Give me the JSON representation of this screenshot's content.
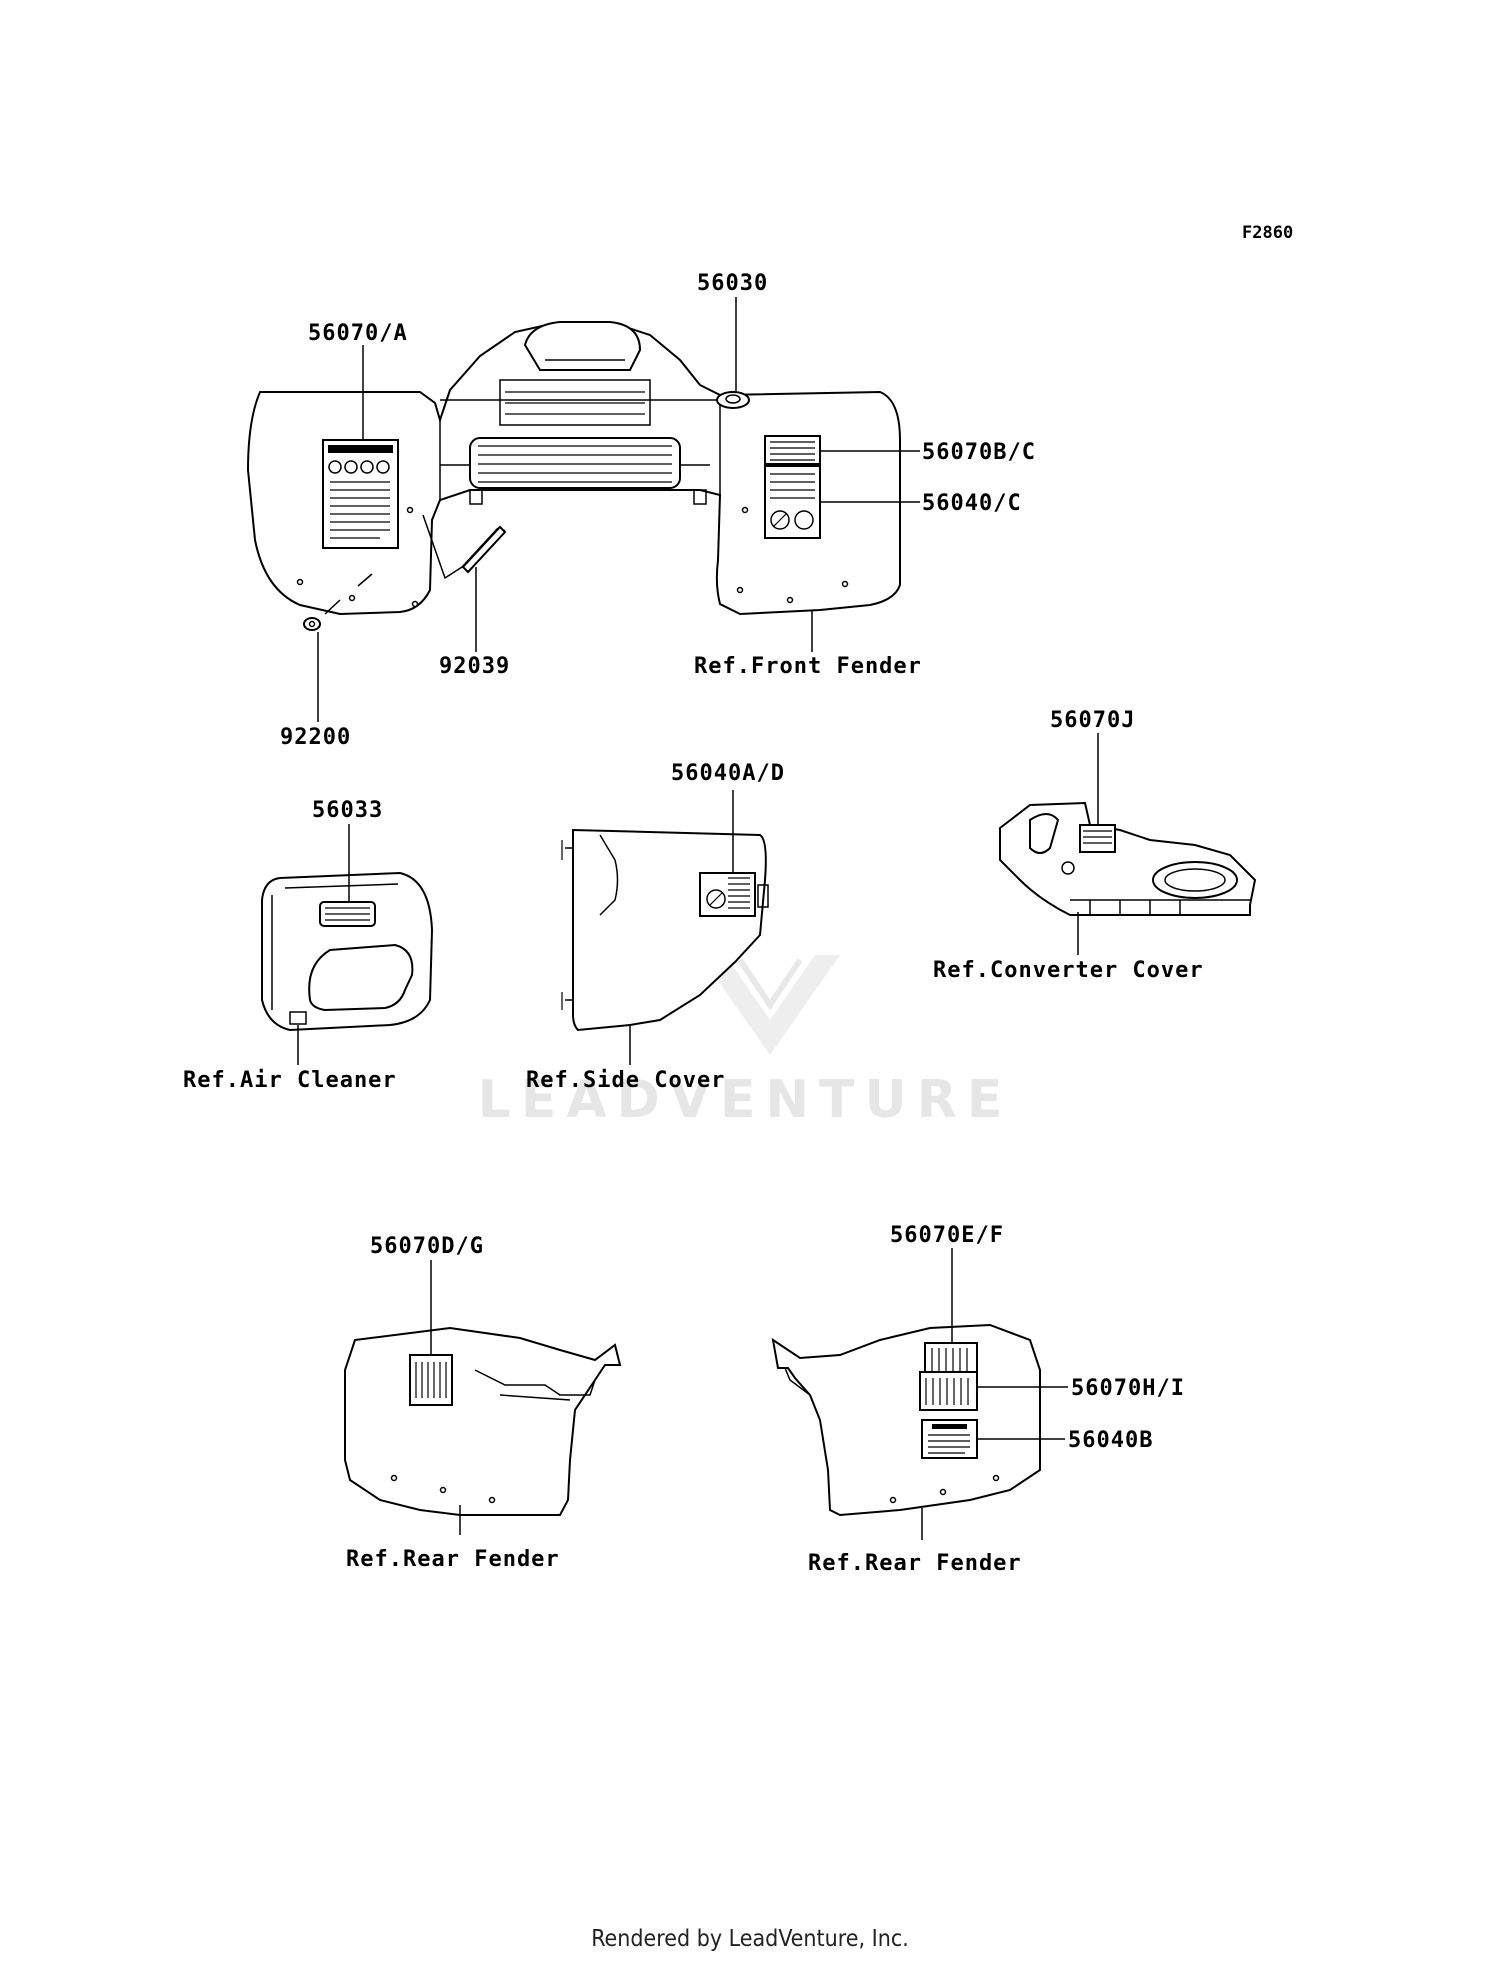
{
  "figure_id": "F2860",
  "watermark": "LEADVENTURE",
  "labels": {
    "p56030": "56030",
    "p56070A": "56070/A",
    "p56070BC": "56070B/C",
    "p56040C": "56040/C",
    "p92039": "92039",
    "p92200": "92200",
    "ref_front_fender": "Ref.Front Fender",
    "p56070J": "56070J",
    "ref_converter_cover": "Ref.Converter Cover",
    "p56033": "56033",
    "ref_air_cleaner": "Ref.Air Cleaner",
    "p56040AD": "56040A/D",
    "ref_side_cover": "Ref.Side Cover",
    "p56070DG": "56070D/G",
    "ref_rear_fender_left": "Ref.Rear Fender",
    "p56070EF": "56070E/F",
    "p56070HI": "56070H/I",
    "p56040B": "56040B",
    "ref_rear_fender_right": "Ref.Rear Fender"
  },
  "footer": "Rendered by LeadVenture, Inc."
}
